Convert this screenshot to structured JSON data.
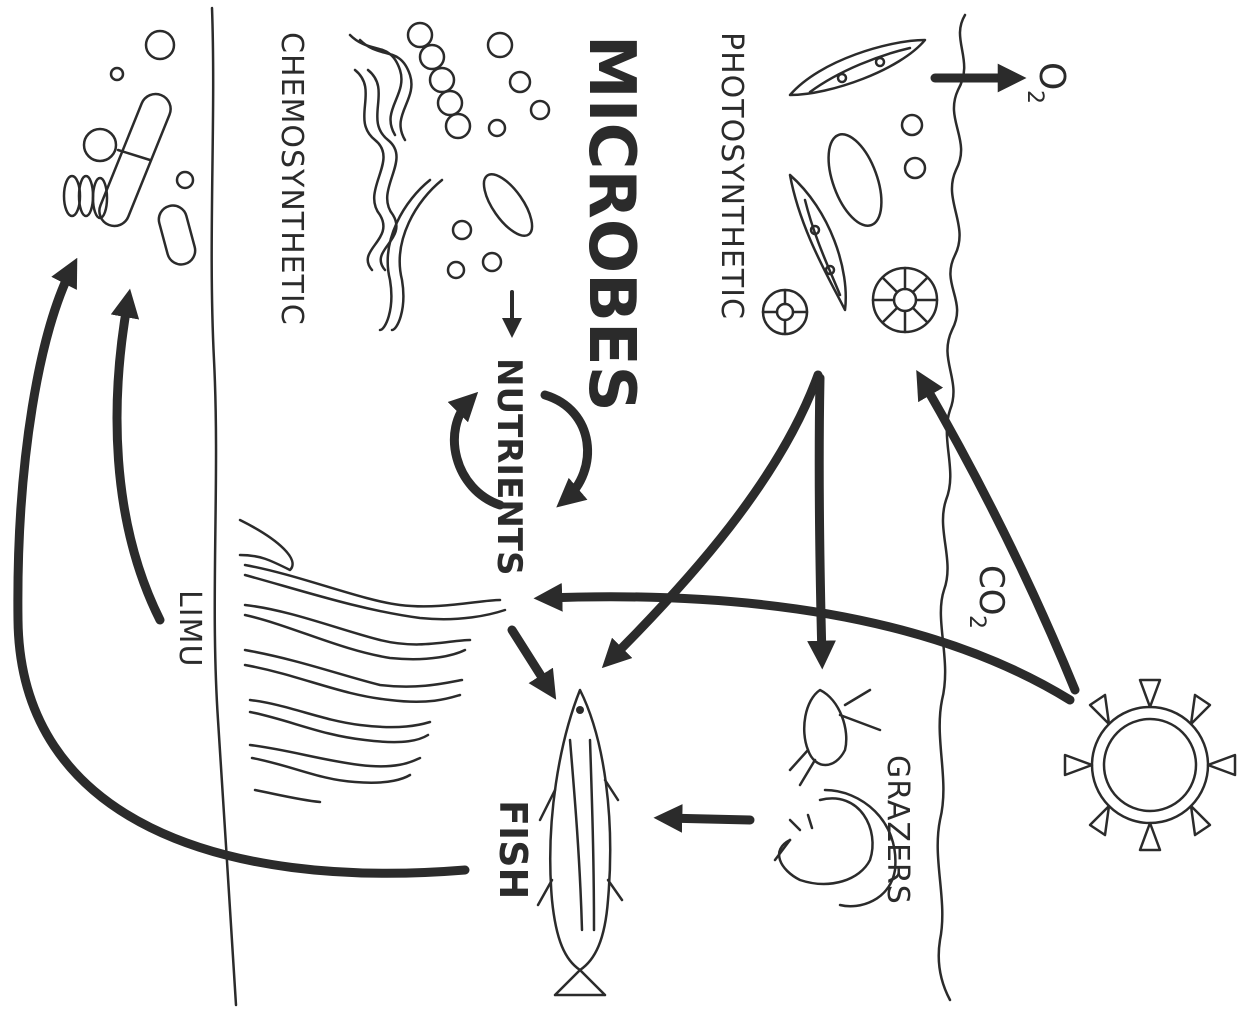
{
  "labels": {
    "microbes": "MICROBES",
    "chemosynthetic": "CHEMOSYNTHETIC",
    "photosynthetic": "PHOTOSYNTHETIC",
    "o2": "O",
    "o2_sub": "2",
    "nutrients": "NUTRIENTS",
    "co2": "CO",
    "co2_sub": "2",
    "limu": "LIMU",
    "grazers": "GRAZERS",
    "fish": "FISH"
  },
  "colors": {
    "ink": "#2b2b2b",
    "paper": "#ffffff"
  }
}
